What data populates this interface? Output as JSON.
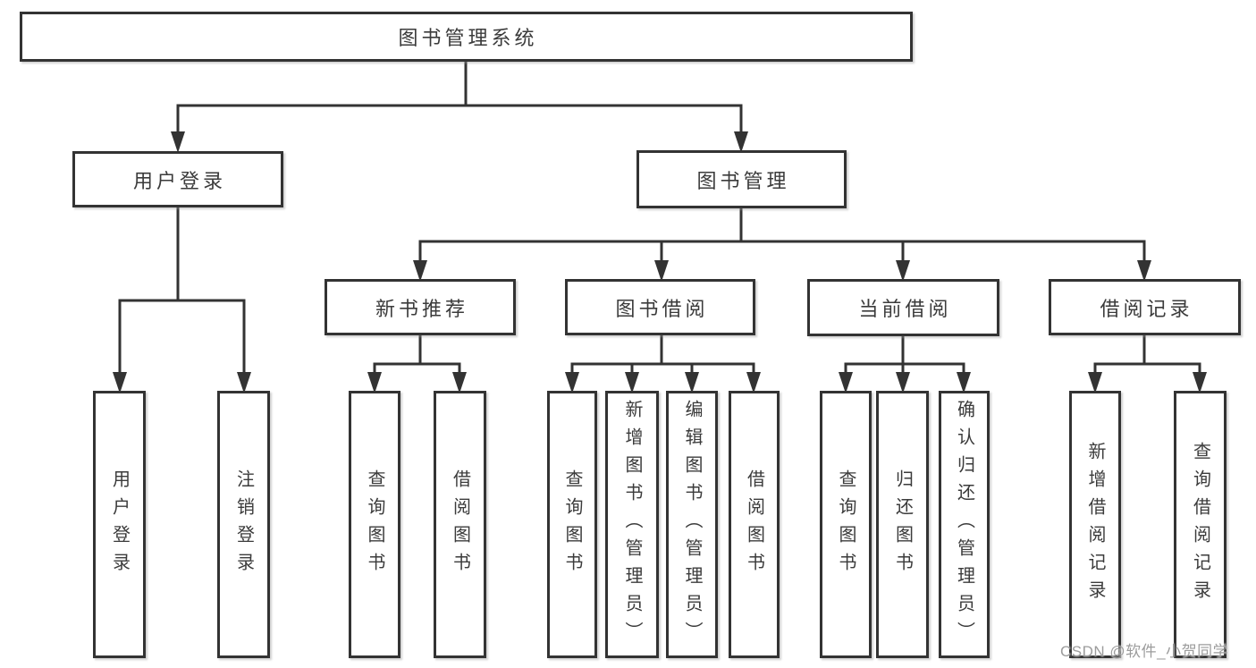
{
  "tree": {
    "label": "图书管理系统",
    "children": [
      {
        "label": "用户登录",
        "children": [
          {
            "label": "用户登录"
          },
          {
            "label": "注销登录"
          }
        ]
      },
      {
        "label": "图书管理",
        "children": [
          {
            "label": "新书推荐",
            "children": [
              {
                "label": "查询图书"
              },
              {
                "label": "借阅图书"
              }
            ]
          },
          {
            "label": "图书借阅",
            "children": [
              {
                "label": "查询图书"
              },
              {
                "label": "新增图书（管理员）"
              },
              {
                "label": "编辑图书（管理员）"
              },
              {
                "label": "借阅图书"
              }
            ]
          },
          {
            "label": "当前借阅",
            "children": [
              {
                "label": "查询图书"
              },
              {
                "label": "归还图书"
              },
              {
                "label": "确认归还（管理员）"
              }
            ]
          },
          {
            "label": "借阅记录",
            "children": [
              {
                "label": "新增借阅记录"
              },
              {
                "label": "查询借阅记录"
              }
            ]
          }
        ]
      }
    ]
  },
  "watermark": {
    "text": "CSDN @软件_小贺同学"
  },
  "colors": {
    "line": "#333333",
    "box_border": "#333333",
    "text": "#3b3b3b",
    "watermark_text": "#9c9c9c",
    "background": "#ffffff"
  }
}
